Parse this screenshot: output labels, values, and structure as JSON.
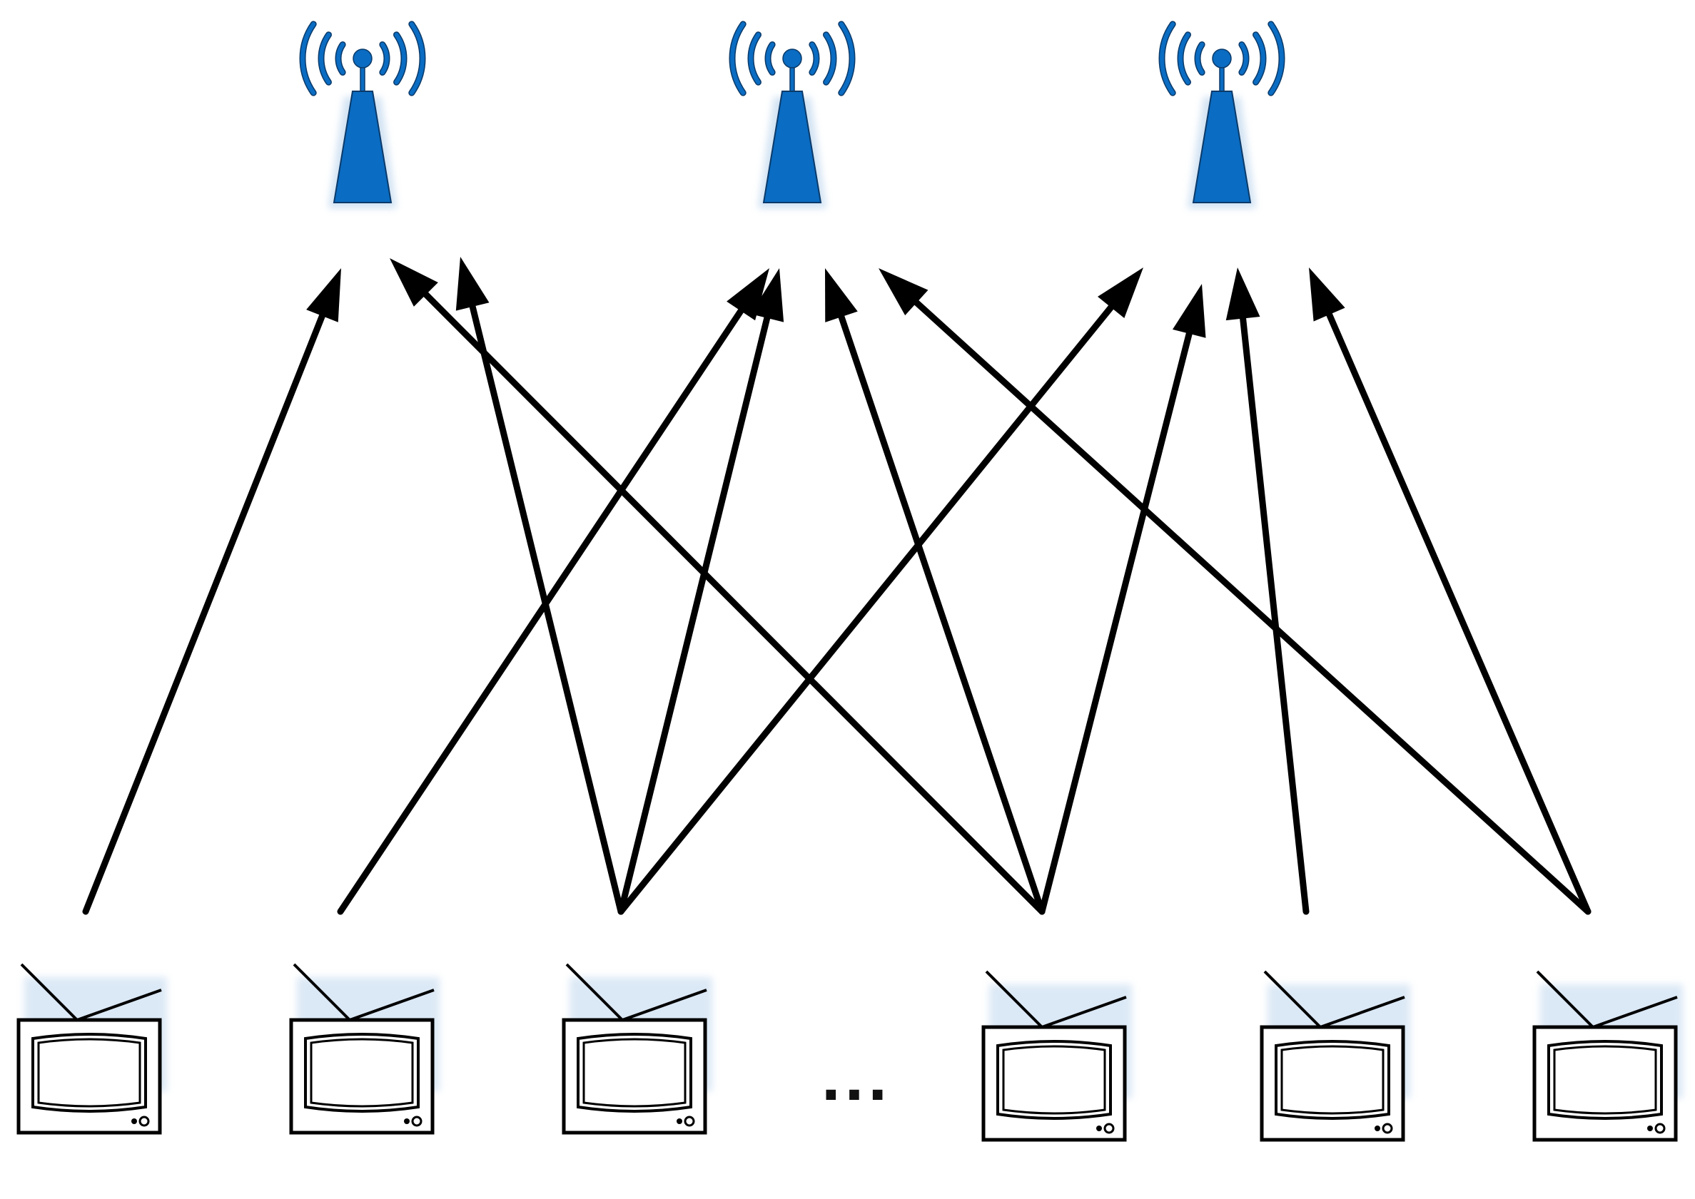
{
  "diagram": {
    "towers": [
      {
        "id": "T1"
      },
      {
        "id": "T2"
      },
      {
        "id": "T3"
      }
    ],
    "devices": [
      {
        "id": "D1"
      },
      {
        "id": "D2"
      },
      {
        "id": "D3"
      },
      {
        "id": "D4"
      },
      {
        "id": "D5"
      },
      {
        "id": "D6"
      }
    ],
    "gap_label": "...",
    "connections": [
      {
        "from": "D1",
        "to": "T1"
      },
      {
        "from": "D2",
        "to": "T2"
      },
      {
        "from": "D3",
        "to": "T1"
      },
      {
        "from": "D3",
        "to": "T2"
      },
      {
        "from": "D3",
        "to": "T3"
      },
      {
        "from": "D4",
        "to": "T1"
      },
      {
        "from": "D4",
        "to": "T2"
      },
      {
        "from": "D4",
        "to": "T3"
      },
      {
        "from": "D5",
        "to": "T3"
      },
      {
        "from": "D6",
        "to": "T2"
      },
      {
        "from": "D6",
        "to": "T3"
      }
    ],
    "colors": {
      "tower": "#0A6CC2",
      "tower_stroke": "#0A3A6A",
      "line": "#000000",
      "shadow": "#BFD7EE"
    }
  }
}
